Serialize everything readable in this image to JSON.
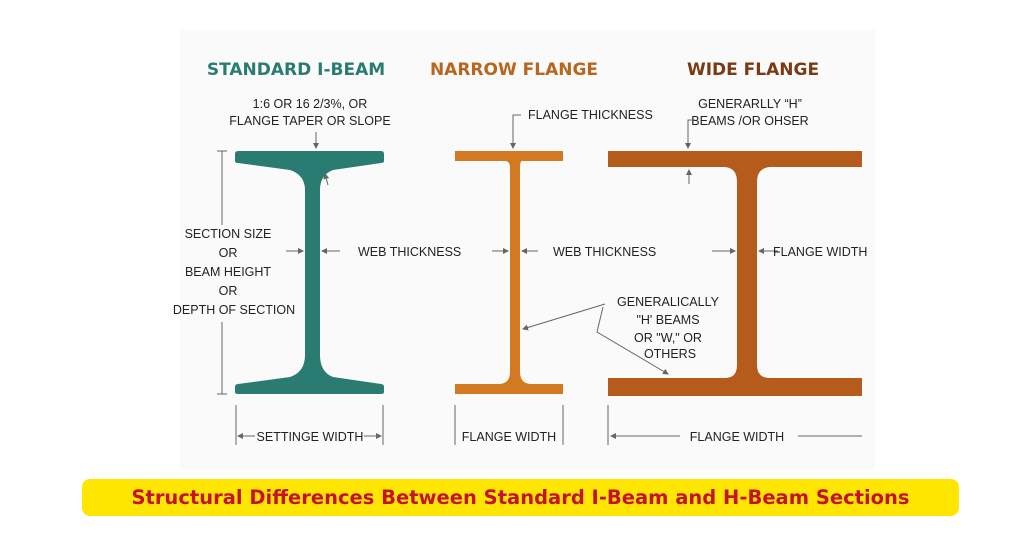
{
  "headings": {
    "standard": "STANDARD I-BEAM",
    "narrow": "NARROW FLANGE",
    "wide": "WIDE FLANGE"
  },
  "labels": {
    "taper_1": "1:6 OR 16 2/3%, OR",
    "taper_2": "FLANGE TAPER OR SLOPE",
    "section_1": "SECTION SIZE",
    "section_2": "OR",
    "section_3": "BEAM HEIGHT",
    "section_4": "OR",
    "section_5": "DEPTH OF SECTION",
    "web_thickness_1": "WEB THICKNESS",
    "web_thickness_2": "WEB THICKNESS",
    "flange_thickness": "FLANGE THICKNESS",
    "generally_1": "GENERARLLY “H”",
    "generally_2": "BEAMS /OR OHSER",
    "flange_width_right": "FLANGE WIDTH",
    "gen_1": "GENERALICALLY",
    "gen_2": "\"H' BEAMS",
    "gen_3": "OR \"W,\" OR",
    "gen_4": "OTHERS",
    "settinge_width": "SETTINGE WIDTH",
    "flange_width_narrow": "FLANGE WIDTH",
    "flange_width_wide": "FLANGE WIDTH"
  },
  "banner": "Structural Differences Between Standard I-Beam and H-Beam Sections",
  "colors": {
    "standard": "#2a7c73",
    "narrow": "#d27a22",
    "wide": "#b55c1d",
    "banner_bg": "#ffe600",
    "banner_text": "#c4122f"
  }
}
